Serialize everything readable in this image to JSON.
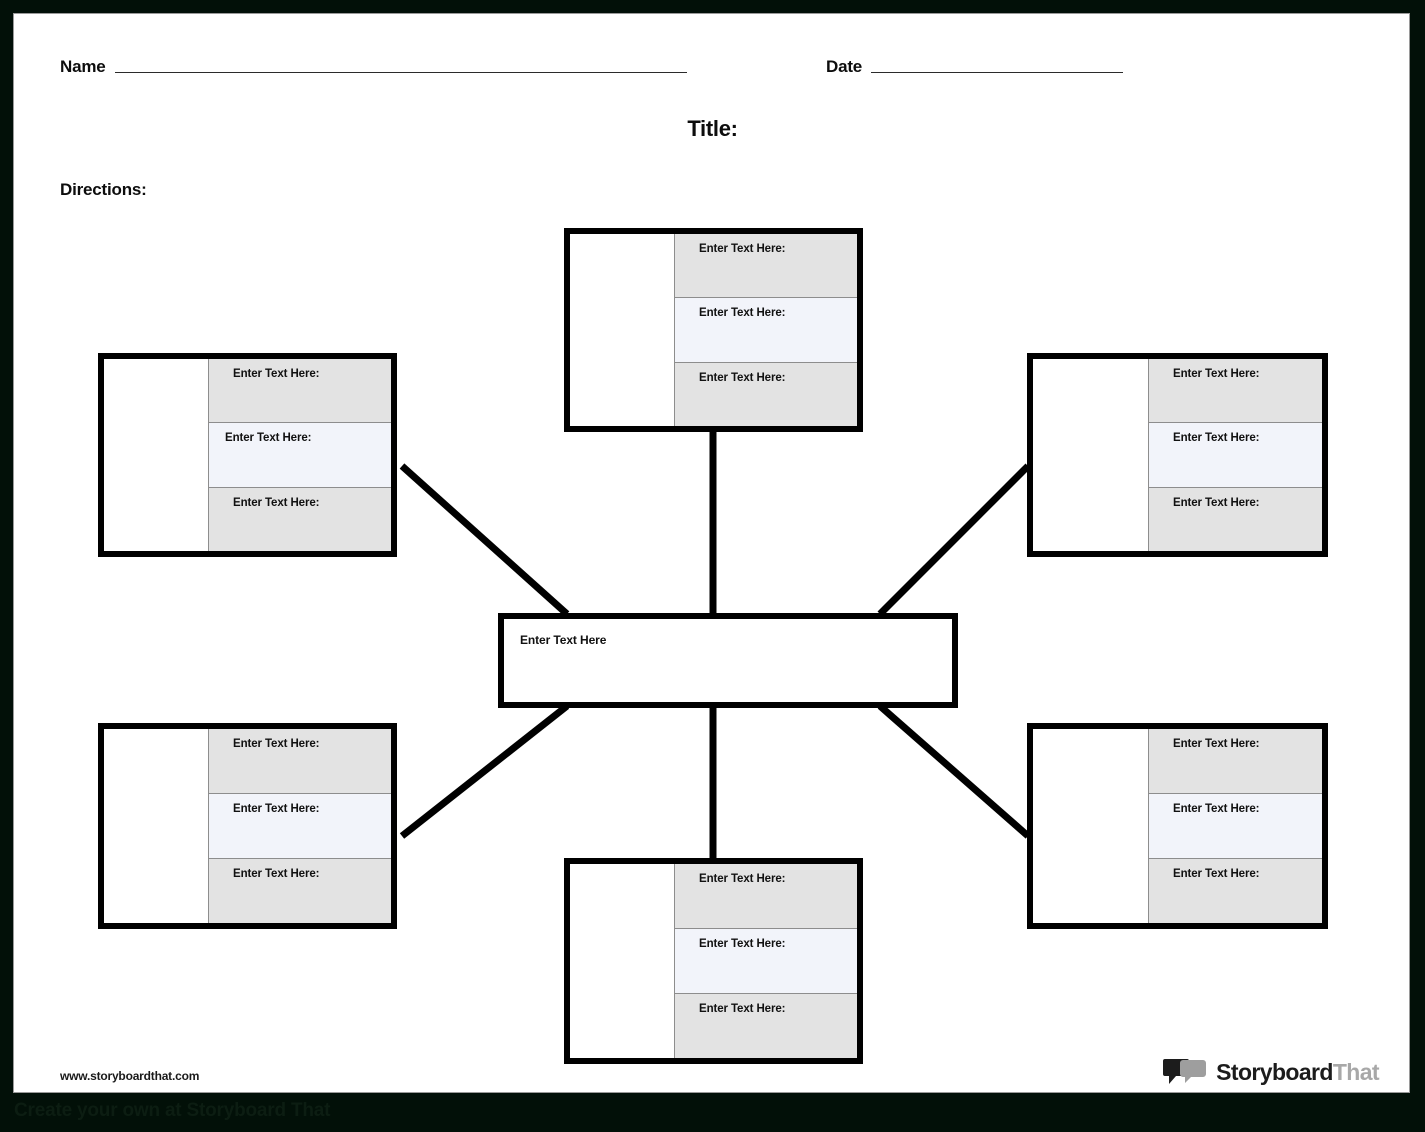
{
  "background_color": "#021008",
  "page_color": "#ffffff",
  "header": {
    "name_label": "Name",
    "date_label": "Date",
    "title_label": "Title:",
    "directions_label": "Directions:"
  },
  "diagram": {
    "type": "spider-map",
    "center": {
      "text": "Enter Text Here"
    },
    "nodes": [
      {
        "position": "top",
        "cells": [
          {
            "text": "Enter Text Here:",
            "fill": "#e3e3e3"
          },
          {
            "text": "Enter Text Here:",
            "fill": "#f2f4fa"
          },
          {
            "text": "Enter Text Here:",
            "fill": "#e3e3e3"
          }
        ]
      },
      {
        "position": "top-left",
        "cells": [
          {
            "text": "Enter Text Here:",
            "fill": "#e3e3e3"
          },
          {
            "text": "Enter Text Here:",
            "fill": "#f2f4fa"
          },
          {
            "text": "Enter Text Here:",
            "fill": "#e3e3e3"
          }
        ]
      },
      {
        "position": "top-right",
        "cells": [
          {
            "text": "Enter Text Here:",
            "fill": "#e3e3e3"
          },
          {
            "text": "Enter Text Here:",
            "fill": "#f2f4fa"
          },
          {
            "text": "Enter Text Here:",
            "fill": "#e3e3e3"
          }
        ]
      },
      {
        "position": "bottom-left",
        "cells": [
          {
            "text": "Enter Text Here:",
            "fill": "#e3e3e3"
          },
          {
            "text": "Enter Text Here:",
            "fill": "#f2f4fa"
          },
          {
            "text": "Enter Text Here:",
            "fill": "#e3e3e3"
          }
        ]
      },
      {
        "position": "bottom-right",
        "cells": [
          {
            "text": "Enter Text Here:",
            "fill": "#e3e3e3"
          },
          {
            "text": "Enter Text Here:",
            "fill": "#f2f4fa"
          },
          {
            "text": "Enter Text Here:",
            "fill": "#e3e3e3"
          }
        ]
      },
      {
        "position": "bottom",
        "cells": [
          {
            "text": "Enter Text Here:",
            "fill": "#e3e3e3"
          },
          {
            "text": "Enter Text Here:",
            "fill": "#f2f4fa"
          },
          {
            "text": "Enter Text Here:",
            "fill": "#e3e3e3"
          }
        ]
      }
    ]
  },
  "footer": {
    "url": "www.storyboardthat.com",
    "logo_word_1": "Storyboard",
    "logo_word_2": "That",
    "logo_icon": "speech-bubbles-icon"
  },
  "backdrop": {
    "caption": "Create your own at Storyboard That"
  }
}
